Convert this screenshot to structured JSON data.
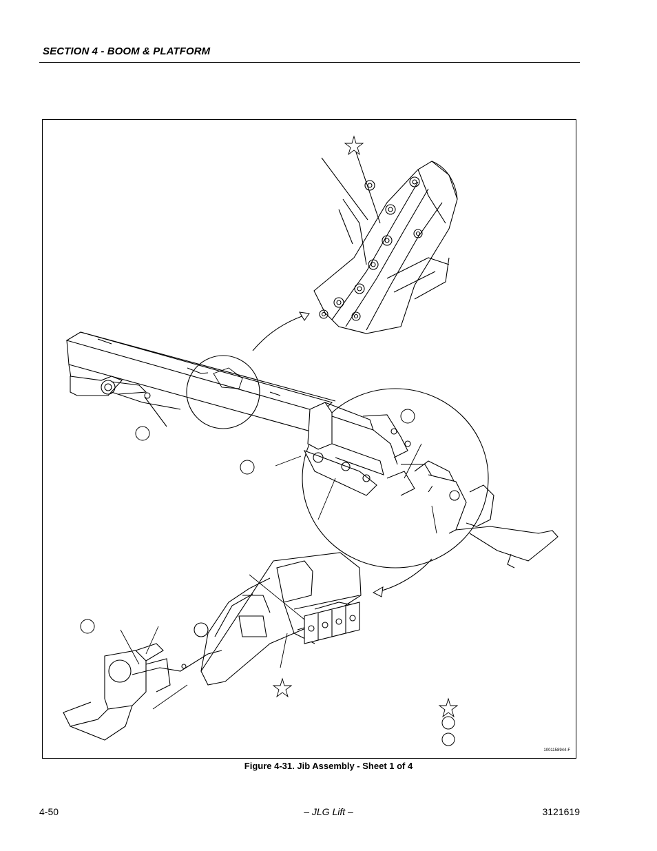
{
  "header": {
    "section_title": "SECTION 4 - BOOM & PLATFORM"
  },
  "figure": {
    "drawing_id": "1001158944-F",
    "caption": "Figure 4-31.  Jib Assembly - Sheet 1 of 4"
  },
  "footer": {
    "page_number": "4-50",
    "brand": "– JLG Lift –",
    "manual_number": "3121619"
  }
}
